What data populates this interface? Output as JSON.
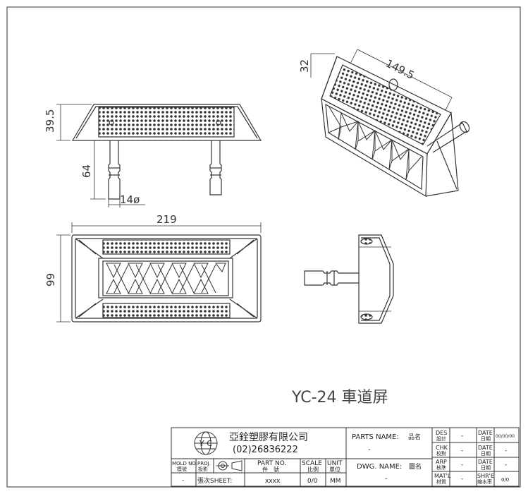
{
  "drawing_title": "YC-24 車道屏",
  "dimensions": {
    "top_height": "39.5",
    "pin_length": "64",
    "pin_dia": "14ø",
    "overall_length": "219",
    "overall_width": "99",
    "iso_height": "32",
    "iso_length": "149.5"
  },
  "title_block": {
    "logo_text": "Y C",
    "company_name": "亞銓塑膠有限公司",
    "company_phone": "(02)26836222",
    "mold_no_label": "MOLD NO.",
    "mold_no_label_zh": "模號",
    "mold_no_value": "-",
    "proj_label": "PROJ.",
    "proj_label_zh": "投影",
    "sheet_label": "張次SHEET:",
    "part_no_label": "PART NO.",
    "part_no_label_zh": "件　號",
    "part_no_value": "xxxx",
    "scale_label": "SCALE",
    "scale_label_zh": "比例",
    "scale_value": "0/0",
    "unit_label": "UNIT",
    "unit_label_zh": "單位",
    "unit_value": "MM",
    "parts_name_label": "PARTS NAME:",
    "parts_name_label_zh": "品名",
    "parts_name_value": "-",
    "dwg_name_label": "DWG. NAME:",
    "dwg_name_label_zh": "圖名",
    "dwg_name_value": "-",
    "des_label": "DES",
    "des_label_zh": "設計",
    "des_value": "-",
    "chk_label": "CHK",
    "chk_label_zh": "校對",
    "chk_value": "-",
    "arp_label": "ARP",
    "arp_label_zh": "核準",
    "arp_value": "-",
    "matl_label": "MAT'L",
    "matl_label_zh": "材質",
    "matl_value": "-",
    "date_label": "DATE",
    "date_label_zh": "日期",
    "date_value_1": "00/00/00",
    "date_value_2": "-",
    "date_value_3": "-",
    "shr_label": "SHR'E",
    "shr_label_zh": "縮水率",
    "shr_value": "0/0"
  }
}
